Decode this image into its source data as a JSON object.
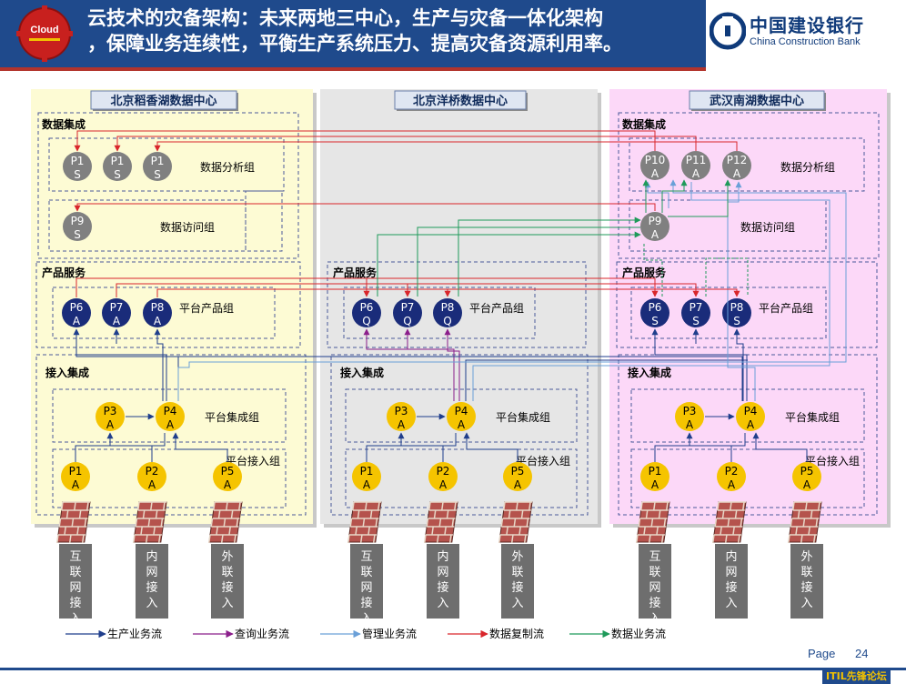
{
  "header": {
    "badge_text": "Cloud",
    "title_line1": "云技术的灾备架构：未来两地三中心，生产与灾备一体化架构",
    "title_line2": "，保障业务连续性，平衡生产系统压力、提高灾备资源利用率。"
  },
  "bank": {
    "name_cn": "中国建设银行",
    "name_en": "China Construction Bank"
  },
  "colors": {
    "prod": "#1f3e8c",
    "query": "#8b1e8b",
    "mgmt": "#6aa0d8",
    "repl": "#d9262b",
    "data": "#1f9a5a",
    "node_gray": "#808080",
    "node_navy": "#1a2c7a",
    "node_yellow": "#f5c400"
  },
  "centers": [
    {
      "name": "北京稻香湖数据中心",
      "sections": {
        "data": "数据集成",
        "product": "产品服务",
        "access": "接入集成"
      },
      "groups": {
        "analysis": "数据分析组",
        "visit": "数据访问组",
        "product": "平台产品组",
        "integration": "平台集成组",
        "access": "平台接入组"
      },
      "analysis_nodes": [
        [
          "P1",
          "S"
        ],
        [
          "P1",
          "S"
        ],
        [
          "P1",
          "S"
        ]
      ],
      "visit_node": [
        "P9",
        "S"
      ],
      "product_nodes": [
        [
          "P6",
          "A"
        ],
        [
          "P7",
          "A"
        ],
        [
          "P8",
          "A"
        ]
      ],
      "integ_nodes": [
        [
          "P3",
          "A"
        ],
        [
          "P4",
          "A"
        ]
      ],
      "access_nodes": [
        [
          "P1",
          "A"
        ],
        [
          "P2",
          "A"
        ],
        [
          "P5",
          "A"
        ]
      ],
      "entries": [
        "互联网接入",
        "内网接入",
        "外联接入"
      ]
    },
    {
      "name": "北京洋桥数据中心",
      "sections": {
        "product": "产品服务",
        "access": "接入集成"
      },
      "groups": {
        "product": "平台产品组",
        "integration": "平台集成组",
        "access": "平台接入组"
      },
      "product_nodes": [
        [
          "P6",
          "Q"
        ],
        [
          "P7",
          "Q"
        ],
        [
          "P8",
          "Q"
        ]
      ],
      "integ_nodes": [
        [
          "P3",
          "A"
        ],
        [
          "P4",
          "A"
        ]
      ],
      "access_nodes": [
        [
          "P1",
          "A"
        ],
        [
          "P2",
          "A"
        ],
        [
          "P5",
          "A"
        ]
      ],
      "entries": [
        "互联网接入",
        "内网接入",
        "外联接入"
      ]
    },
    {
      "name": "武汉南湖数据中心",
      "sections": {
        "data": "数据集成",
        "product": "产品服务",
        "access": "接入集成"
      },
      "groups": {
        "analysis": "数据分析组",
        "visit": "数据访问组",
        "product": "平台产品组",
        "integration": "平台集成组",
        "access": "平台接入组"
      },
      "analysis_nodes": [
        [
          "P10",
          "A"
        ],
        [
          "P11",
          "A"
        ],
        [
          "P12",
          "A"
        ]
      ],
      "visit_node": [
        "P9",
        "A"
      ],
      "product_nodes": [
        [
          "P6",
          "S"
        ],
        [
          "P7",
          "S"
        ],
        [
          "P8",
          "S"
        ]
      ],
      "integ_nodes": [
        [
          "P3",
          "A"
        ],
        [
          "P4",
          "A"
        ]
      ],
      "access_nodes": [
        [
          "P1",
          "A"
        ],
        [
          "P2",
          "A"
        ],
        [
          "P5",
          "A"
        ]
      ],
      "entries": [
        "互联网接入",
        "内网接入",
        "外联接入"
      ]
    }
  ],
  "legend": [
    "生产业务流",
    "查询业务流",
    "管理业务流",
    "数据复制流",
    "数据业务流"
  ],
  "footer": {
    "page_label": "Page",
    "page_number": "24",
    "watermark": "ITIL先锋论坛"
  }
}
